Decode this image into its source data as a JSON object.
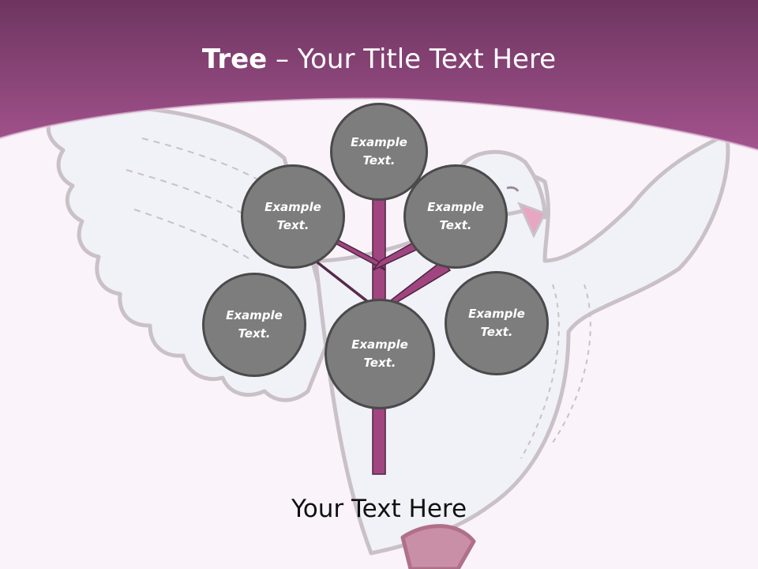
{
  "slide": {
    "title_bold": "Tree",
    "title_rest": " – Your Title Text Here",
    "footer": "Your Text Here"
  },
  "nodes": [
    {
      "label": "Example\nText."
    },
    {
      "label": "Example\nText."
    },
    {
      "label": "Example\nText."
    },
    {
      "label": "Example\nText."
    },
    {
      "label": "Example\nText."
    },
    {
      "label": "Example\nText."
    }
  ],
  "colors": {
    "header": "#8a4577",
    "trunk": "#a0457f",
    "node_fill": "#7d7d7d",
    "node_border": "#4a4a4a",
    "background": "#faf4fa"
  },
  "icons": {
    "background_illustration": "dove-illustration"
  }
}
